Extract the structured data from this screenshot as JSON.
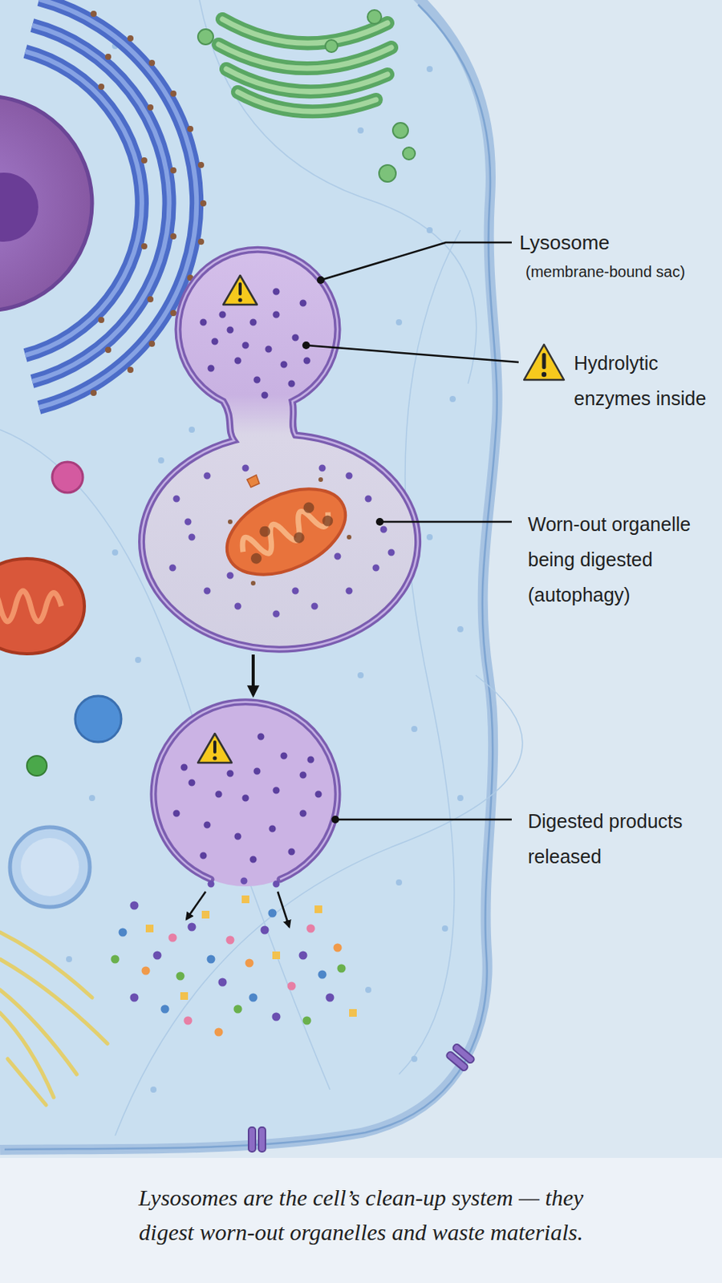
{
  "diagram": {
    "caption": "Lysosomes are the cell’s clean-up system — they digest worn-out organelles and waste materials.",
    "labels": [
      "Lysosome",
      "(membrane-bound sac)",
      "Hydrolytic enzymes inside",
      "Worn-out organelle being digested (autophagy)",
      "Digested products released"
    ]
  }
}
